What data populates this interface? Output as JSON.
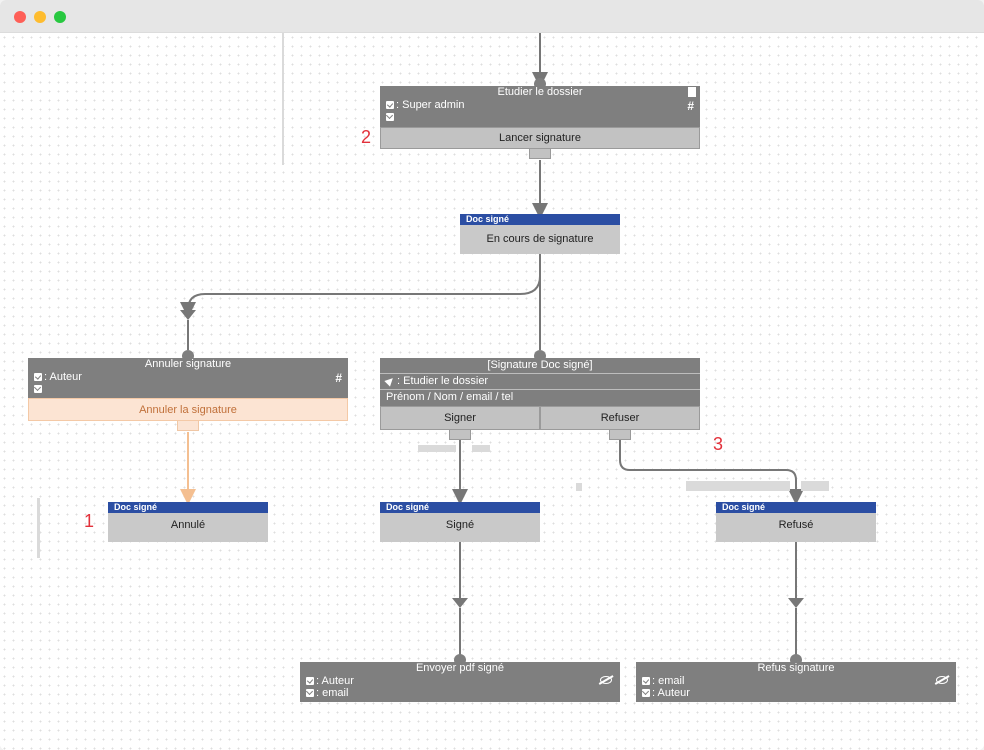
{
  "colors": {
    "node_gray": "#7f7f7f",
    "state_blue": "#2b4ea3",
    "cancel_orange": "#f4bf91",
    "annotation_red": "#e2313b",
    "edge": "#777777"
  },
  "nodes": {
    "etudier": {
      "title": "Etudier le dossier",
      "rows": [
        ": Super admin",
        ""
      ],
      "action": "Lancer signature"
    },
    "annuler": {
      "title": "Annuler signature",
      "rows": [
        ": Auteur",
        ""
      ],
      "action": "Annuler la signature"
    },
    "signature": {
      "title": "[Signature Doc signé]",
      "row1": ": Etudier le dossier",
      "row2": "Prénom / Nom / email / tel",
      "actions": [
        "Signer",
        "Refuser"
      ]
    },
    "envoyer": {
      "title": "Envoyer pdf signé",
      "rows": [
        ": Auteur",
        ": email"
      ]
    },
    "refus": {
      "title": "Refus signature",
      "rows": [
        ": email",
        ": Auteur"
      ]
    }
  },
  "states": {
    "en_cours": {
      "category": "Doc signé",
      "label": "En cours de signature"
    },
    "annule": {
      "category": "Doc signé",
      "label": "Annulé"
    },
    "signe": {
      "category": "Doc signé",
      "label": "Signé"
    },
    "refuse": {
      "category": "Doc signé",
      "label": "Refusé"
    }
  },
  "annotations": [
    "1",
    "2",
    "3"
  ],
  "icons": {
    "hash": "#",
    "check": "checkbox-icon",
    "mail": "mail-icon",
    "eye": "eye-off-icon",
    "doc": "document-icon",
    "pin": "pin-icon"
  }
}
